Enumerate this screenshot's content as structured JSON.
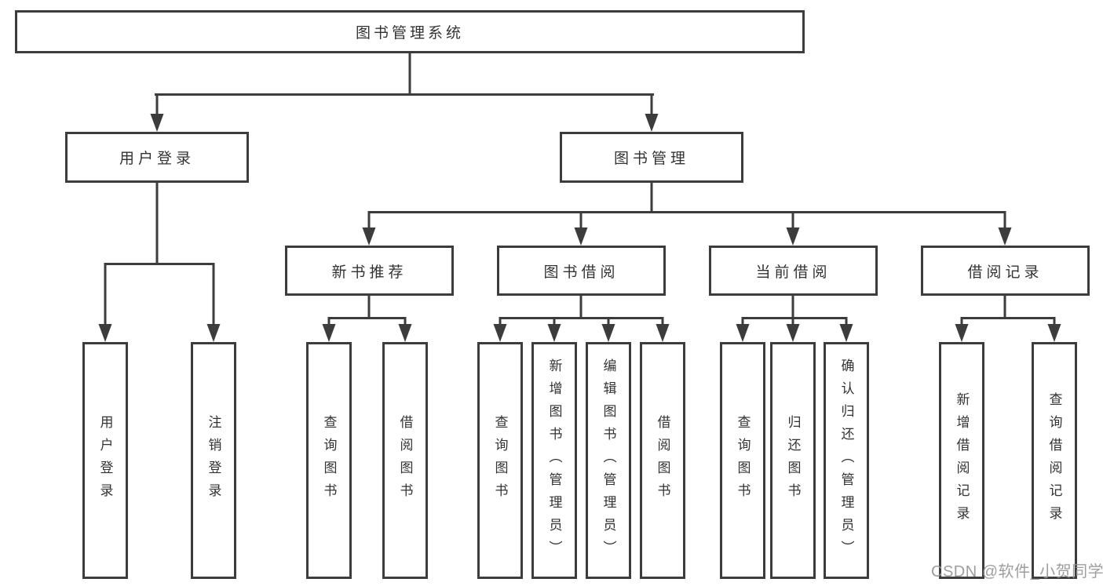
{
  "title": "图书管理系统",
  "level2": {
    "user_login": "用户登录",
    "book_mgmt": "图书管理"
  },
  "level3": {
    "new_books": "新书推荐",
    "borrowing": "图书借阅",
    "current": "当前借阅",
    "records": "借阅记录"
  },
  "leaves": {
    "user_login": [
      "用户登录",
      "注销登录"
    ],
    "new_books": [
      "查询图书",
      "借阅图书"
    ],
    "borrowing": [
      "查询图书",
      "新增图书（管理员）",
      "编辑图书（管理员）",
      "借阅图书"
    ],
    "current": [
      "查询图书",
      "归还图书",
      "确认归还（管理员）"
    ],
    "records": [
      "新增借阅记录",
      "查询借阅记录"
    ]
  },
  "watermark": "CSDN @软件_小贺同学",
  "colors": {
    "line": "#3c3c3c",
    "text": "#333333",
    "watermark": "#949496"
  }
}
